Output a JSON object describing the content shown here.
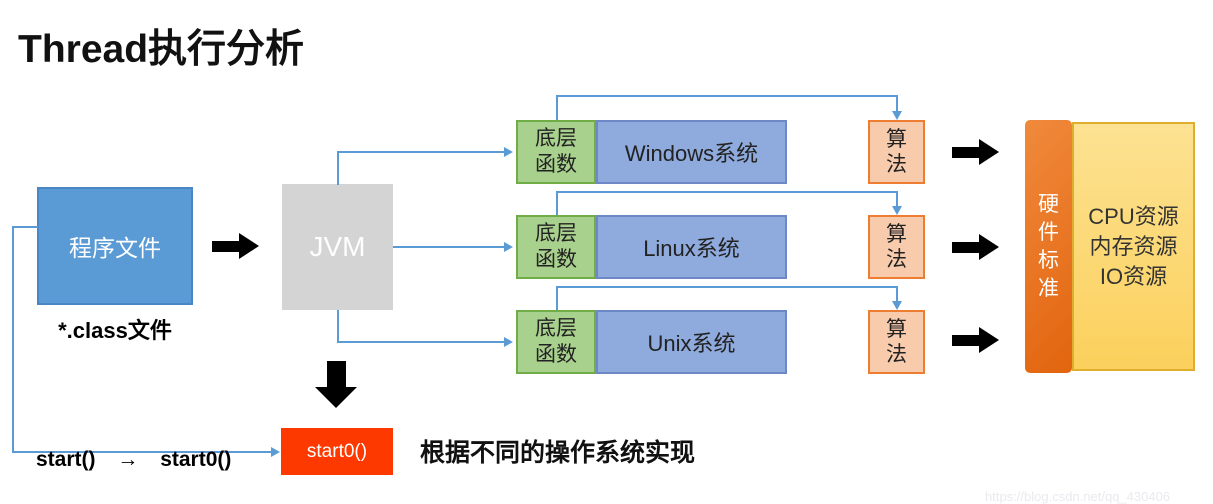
{
  "title": "Thread执行分析",
  "program_file": {
    "label": "程序文件",
    "caption": "*.class文件"
  },
  "jvm_label": "JVM",
  "rows": [
    {
      "native": [
        "底层",
        "函数"
      ],
      "os": "Windows系统",
      "algo": [
        "算",
        "法"
      ]
    },
    {
      "native": [
        "底层",
        "函数"
      ],
      "os": "Linux系统",
      "algo": [
        "算",
        "法"
      ]
    },
    {
      "native": [
        "底层",
        "函数"
      ],
      "os": "Unix系统",
      "algo": [
        "算",
        "法"
      ]
    }
  ],
  "hardware": {
    "standard": [
      "硬",
      "件",
      "标",
      "准"
    ],
    "resources": [
      "CPU资源",
      "内存资源",
      "IO资源"
    ]
  },
  "start_flow": {
    "from": "start()",
    "arrow": "→",
    "to": "start0()",
    "box": "start0()",
    "note": "根据不同的操作系统实现"
  },
  "watermark": "https://blog.csdn.net/qq_430406",
  "colors": {
    "connector": "#5b9bd5",
    "program_fill": "#5b9bd5",
    "program_border": "#4a86c5",
    "jvm_fill": "#d4d4d4",
    "native_fill": "#a9d18e",
    "native_border": "#70ad47",
    "os_fill": "#8faadc",
    "os_border": "#6e88c7",
    "algo_fill": "#f8cbad",
    "algo_border": "#ed7d31",
    "hw_grad_from": "#f08a3c",
    "hw_grad_to": "#e2640e",
    "resources_grad_from": "#fde292",
    "resources_grad_to": "#fbd05c",
    "resources_border": "#dfae2c",
    "start0_fill": "#fe3900"
  }
}
